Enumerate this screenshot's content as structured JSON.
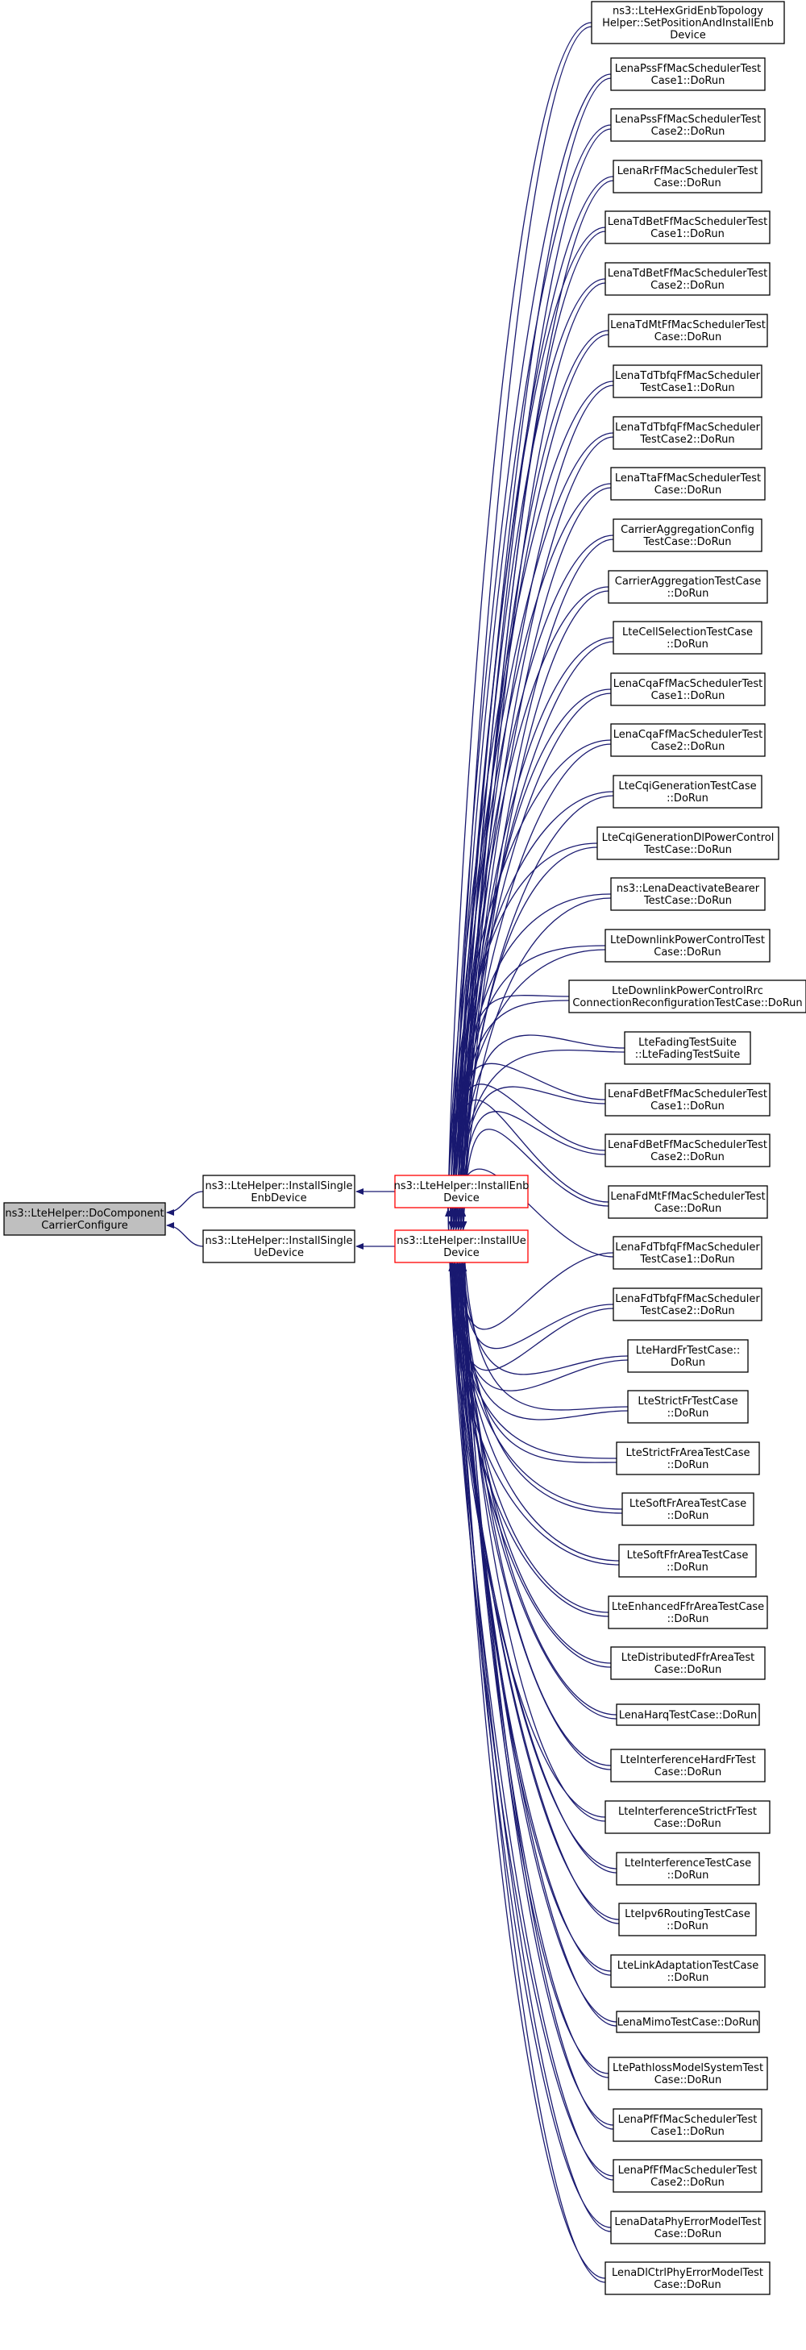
{
  "colors": {
    "edge": "#191970",
    "root_fill": "#bfbfbf",
    "highlight_stroke": "#ff0000",
    "node_stroke": "#000000",
    "node_fill": "#ffffff"
  },
  "root": {
    "id": "root",
    "lines": [
      "ns3::LteHelper::DoComponent",
      "CarrierConfigure"
    ]
  },
  "mid": [
    {
      "id": "enbdev",
      "lines": [
        "ns3::LteHelper::InstallSingle",
        "EnbDevice"
      ]
    },
    {
      "id": "uedev",
      "lines": [
        "ns3::LteHelper::InstallSingle",
        "UeDevice"
      ]
    }
  ],
  "install": [
    {
      "id": "ienb",
      "lines": [
        "ns3::LteHelper::InstallEnb",
        "Device"
      ]
    },
    {
      "id": "iue",
      "lines": [
        "ns3::LteHelper::InstallUe",
        "Device"
      ]
    }
  ],
  "callers": [
    {
      "lines": [
        "ns3::LteHexGridEnbTopology",
        "Helper::SetPositionAndInstallEnb",
        "Device"
      ]
    },
    {
      "lines": [
        "LenaPssFfMacSchedulerTest",
        "Case1::DoRun"
      ]
    },
    {
      "lines": [
        "LenaPssFfMacSchedulerTest",
        "Case2::DoRun"
      ]
    },
    {
      "lines": [
        "LenaRrFfMacSchedulerTest",
        "Case::DoRun"
      ]
    },
    {
      "lines": [
        "LenaTdBetFfMacSchedulerTest",
        "Case1::DoRun"
      ]
    },
    {
      "lines": [
        "LenaTdBetFfMacSchedulerTest",
        "Case2::DoRun"
      ]
    },
    {
      "lines": [
        "LenaTdMtFfMacSchedulerTest",
        "Case::DoRun"
      ]
    },
    {
      "lines": [
        "LenaTdTbfqFfMacScheduler",
        "TestCase1::DoRun"
      ]
    },
    {
      "lines": [
        "LenaTdTbfqFfMacScheduler",
        "TestCase2::DoRun"
      ]
    },
    {
      "lines": [
        "LenaTtaFfMacSchedulerTest",
        "Case::DoRun"
      ]
    },
    {
      "lines": [
        "CarrierAggregationConfig",
        "TestCase::DoRun"
      ]
    },
    {
      "lines": [
        "CarrierAggregationTestCase",
        "::DoRun"
      ]
    },
    {
      "lines": [
        "LteCellSelectionTestCase",
        "::DoRun"
      ]
    },
    {
      "lines": [
        "LenaCqaFfMacSchedulerTest",
        "Case1::DoRun"
      ]
    },
    {
      "lines": [
        "LenaCqaFfMacSchedulerTest",
        "Case2::DoRun"
      ]
    },
    {
      "lines": [
        "LteCqiGenerationTestCase",
        "::DoRun"
      ]
    },
    {
      "lines": [
        "LteCqiGenerationDlPowerControl",
        "TestCase::DoRun"
      ]
    },
    {
      "lines": [
        "ns3::LenaDeactivateBearer",
        "TestCase::DoRun"
      ]
    },
    {
      "lines": [
        "LteDownlinkPowerControlTest",
        "Case::DoRun"
      ]
    },
    {
      "lines": [
        "LteDownlinkPowerControlRrc",
        "ConnectionReconfigurationTestCase::DoRun"
      ]
    },
    {
      "lines": [
        "LteFadingTestSuite",
        "::LteFadingTestSuite"
      ]
    },
    {
      "lines": [
        "LenaFdBetFfMacSchedulerTest",
        "Case1::DoRun"
      ]
    },
    {
      "lines": [
        "LenaFdBetFfMacSchedulerTest",
        "Case2::DoRun"
      ]
    },
    {
      "lines": [
        "LenaFdMtFfMacSchedulerTest",
        "Case::DoRun"
      ]
    },
    {
      "lines": [
        "LenaFdTbfqFfMacScheduler",
        "TestCase1::DoRun"
      ]
    },
    {
      "lines": [
        "LenaFdTbfqFfMacScheduler",
        "TestCase2::DoRun"
      ]
    },
    {
      "lines": [
        "LteHardFrTestCase::",
        "DoRun"
      ]
    },
    {
      "lines": [
        "LteStrictFrTestCase",
        "::DoRun"
      ]
    },
    {
      "lines": [
        "LteStrictFrAreaTestCase",
        "::DoRun"
      ]
    },
    {
      "lines": [
        "LteSoftFrAreaTestCase",
        "::DoRun"
      ]
    },
    {
      "lines": [
        "LteSoftFfrAreaTestCase",
        "::DoRun"
      ]
    },
    {
      "lines": [
        "LteEnhancedFfrAreaTestCase",
        "::DoRun"
      ]
    },
    {
      "lines": [
        "LteDistributedFfrAreaTest",
        "Case::DoRun"
      ]
    },
    {
      "lines": [
        "LenaHarqTestCase::DoRun"
      ]
    },
    {
      "lines": [
        "LteInterferenceHardFrTest",
        "Case::DoRun"
      ]
    },
    {
      "lines": [
        "LteInterferenceStrictFrTest",
        "Case::DoRun"
      ]
    },
    {
      "lines": [
        "LteInterferenceTestCase",
        "::DoRun"
      ]
    },
    {
      "lines": [
        "LteIpv6RoutingTestCase",
        "::DoRun"
      ]
    },
    {
      "lines": [
        "LteLinkAdaptationTestCase",
        "::DoRun"
      ]
    },
    {
      "lines": [
        "LenaMimoTestCase::DoRun"
      ]
    },
    {
      "lines": [
        "LtePathlossModelSystemTest",
        "Case::DoRun"
      ]
    },
    {
      "lines": [
        "LenaPfFfMacSchedulerTest",
        "Case1::DoRun"
      ]
    },
    {
      "lines": [
        "LenaPfFfMacSchedulerTest",
        "Case2::DoRun"
      ]
    },
    {
      "lines": [
        "LenaDataPhyErrorModelTest",
        "Case::DoRun"
      ]
    },
    {
      "lines": [
        "LenaDlCtrlPhyErrorModelTest",
        "Case::DoRun"
      ]
    }
  ]
}
